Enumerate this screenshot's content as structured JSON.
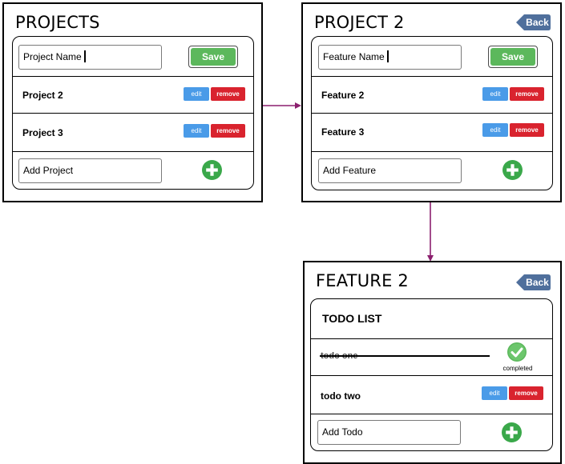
{
  "projects_screen": {
    "title": "PROJECTS",
    "name_input_value": "Project Name",
    "save_label": "Save",
    "items": [
      {
        "label": "Project 2",
        "edit_label": "edit",
        "remove_label": "remove"
      },
      {
        "label": "Project 3",
        "edit_label": "edit",
        "remove_label": "remove"
      }
    ],
    "add_input_value": "Add Project",
    "add_icon": "plus-circle-icon"
  },
  "project_screen": {
    "title": "PROJECT 2",
    "back_label": "Back",
    "name_input_value": "Feature Name",
    "save_label": "Save",
    "items": [
      {
        "label": "Feature 2",
        "edit_label": "edit",
        "remove_label": "remove"
      },
      {
        "label": "Feature 3",
        "edit_label": "edit",
        "remove_label": "remove"
      }
    ],
    "add_input_value": "Add Feature",
    "add_icon": "plus-circle-icon"
  },
  "feature_screen": {
    "title": "FEATURE 2",
    "back_label": "Back",
    "todo_heading": "TODO LIST",
    "todos": [
      {
        "label": "todo one",
        "status": "completed",
        "status_label": "completed"
      },
      {
        "label": "todo two",
        "edit_label": "edit",
        "remove_label": "remove"
      }
    ],
    "add_input_value": "Add Todo",
    "add_icon": "plus-circle-icon"
  },
  "colors": {
    "save": "#5cb85c",
    "edit": "#4a9be8",
    "remove": "#d9232e",
    "add": "#3aa84a",
    "back": "#4f6f9c",
    "connector": "#8b1f6e"
  }
}
